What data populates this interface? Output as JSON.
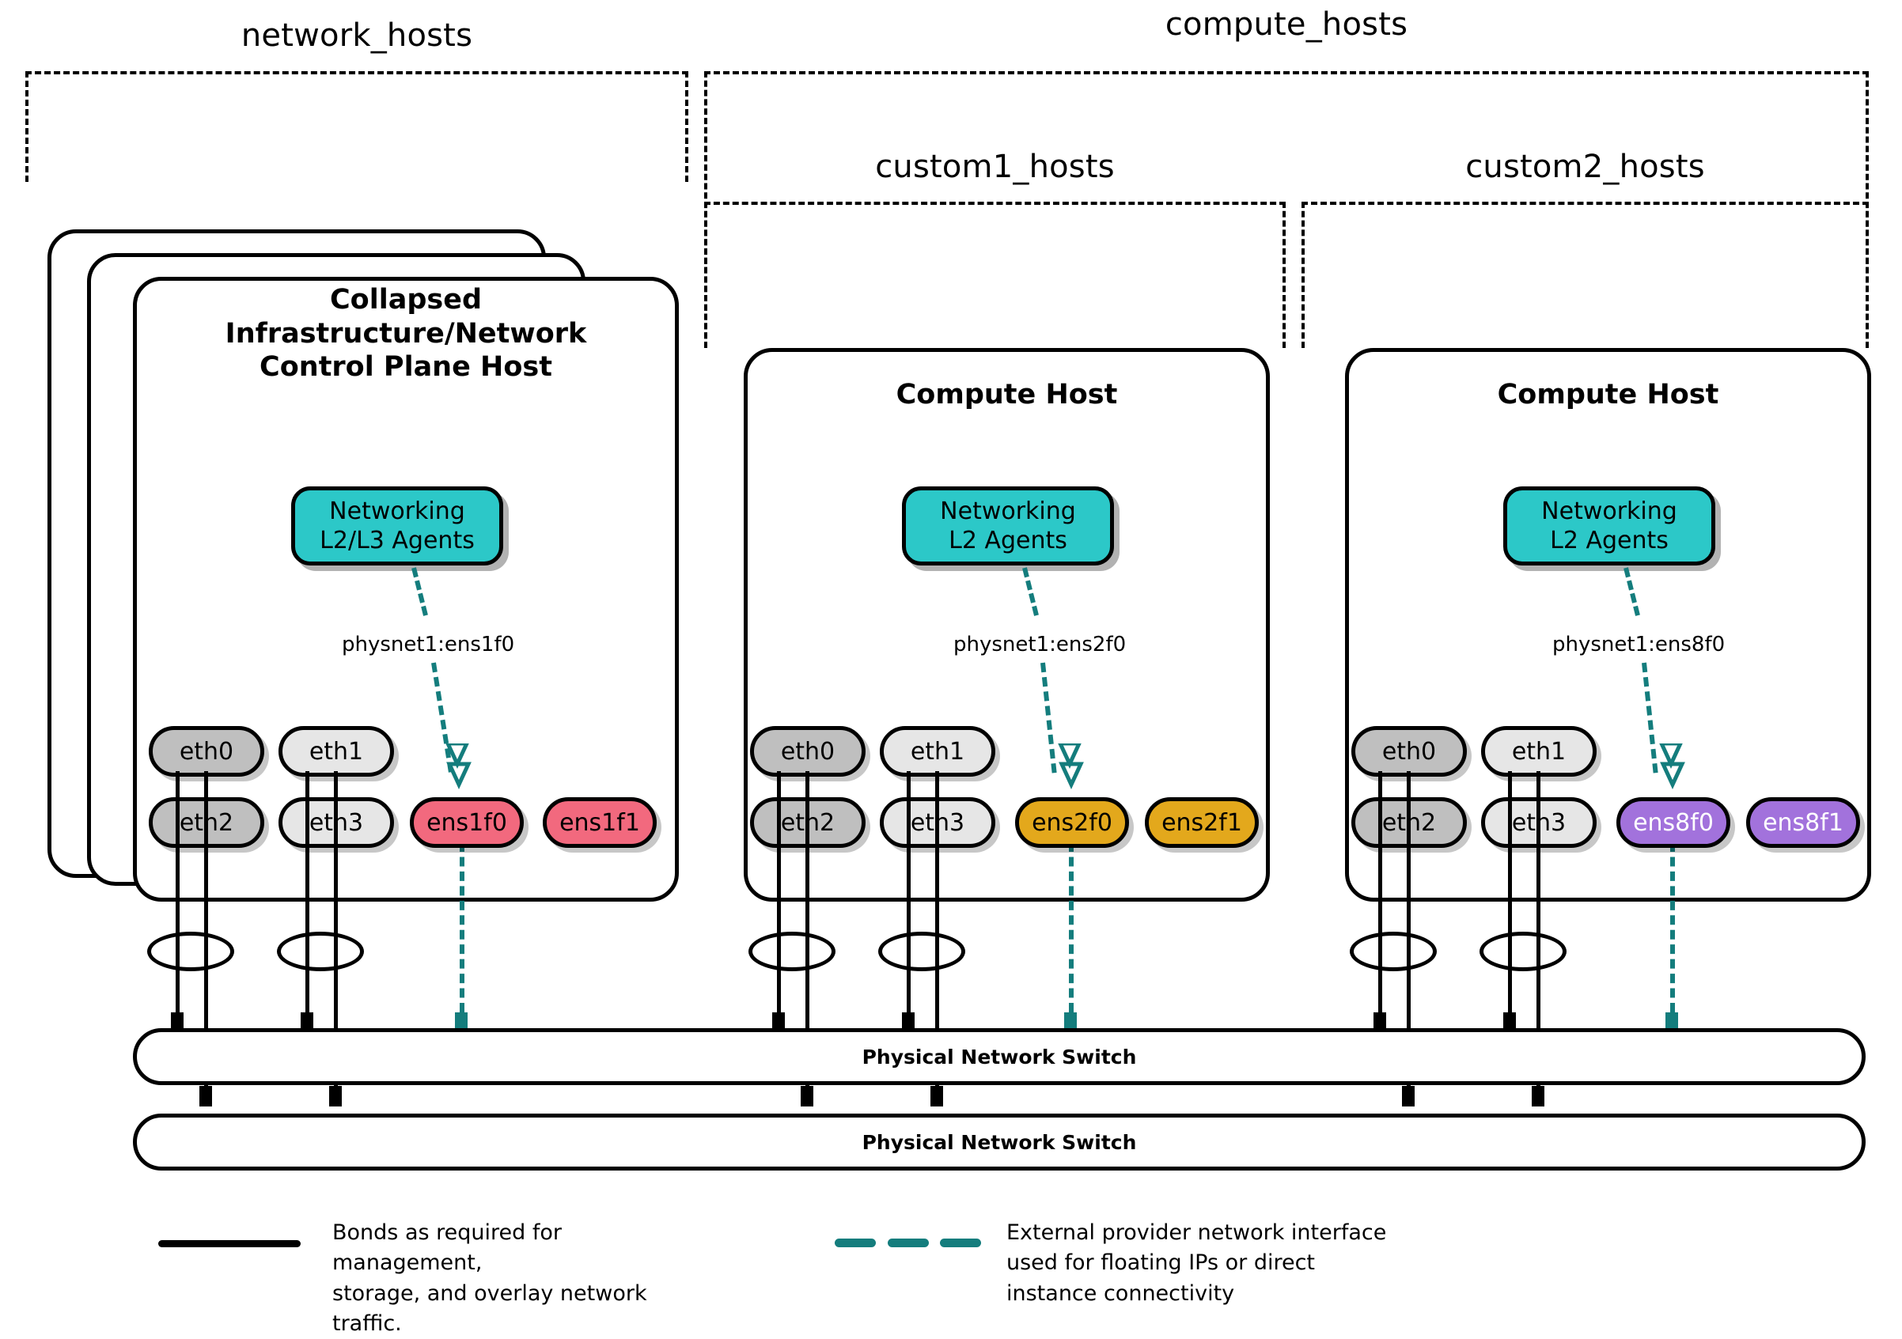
{
  "groups": [
    {
      "title": "network_hosts"
    },
    {
      "title": "compute_hosts"
    },
    {
      "title": "custom1_hosts"
    },
    {
      "title": "custom2_hosts"
    }
  ],
  "hosts": [
    {
      "title": "Collapsed\nInfrastructure/Network\nControl Plane Host",
      "title_line1": "Collapsed",
      "title_line2": "Infrastructure/Network",
      "title_line3": "Control Plane Host",
      "agent_line1": "Networking",
      "agent_line2": "L2/L3 Agents",
      "physnet": "physnet1:ens1f0",
      "nics_top": [
        "eth0",
        "eth1"
      ],
      "nics_bottom": [
        "eth2",
        "eth3"
      ],
      "provider_nics": [
        "ens1f0",
        "ens1f1"
      ],
      "provider_color": "#F2697E",
      "stacked": true
    },
    {
      "title_line1": "Compute Host",
      "agent_line1": "Networking",
      "agent_line2": "L2 Agents",
      "physnet": "physnet1:ens2f0",
      "nics_top": [
        "eth0",
        "eth1"
      ],
      "nics_bottom": [
        "eth2",
        "eth3"
      ],
      "provider_nics": [
        "ens2f0",
        "ens2f1"
      ],
      "provider_color": "#E3A81C",
      "stacked": false
    },
    {
      "title_line1": "Compute Host",
      "agent_line1": "Networking",
      "agent_line2": "L2 Agents",
      "physnet": "physnet1:ens8f0",
      "nics_top": [
        "eth0",
        "eth1"
      ],
      "nics_bottom": [
        "eth2",
        "eth3"
      ],
      "provider_nics": [
        "ens8f0",
        "ens8f1"
      ],
      "provider_color": "#A272DC",
      "stacked": false
    }
  ],
  "switches": [
    {
      "label": "Physical Network Switch"
    },
    {
      "label": "Physical Network Switch"
    }
  ],
  "legend": {
    "bond_line1": "Bonds as required for management,",
    "bond_line2": "storage, and overlay network traffic.",
    "provider_line1": "External provider network interface",
    "provider_line2": "used for floating IPs or direct",
    "provider_line3": "instance connectivity"
  },
  "colors": {
    "agent_teal": "#2CC8C8",
    "provider_teal": "#147D7D",
    "nic_gray_dark": "#BFBFBF",
    "nic_gray_light": "#E6E6E6",
    "rose": "#F2697E",
    "amber": "#E3A81C",
    "violet": "#A272DC"
  }
}
